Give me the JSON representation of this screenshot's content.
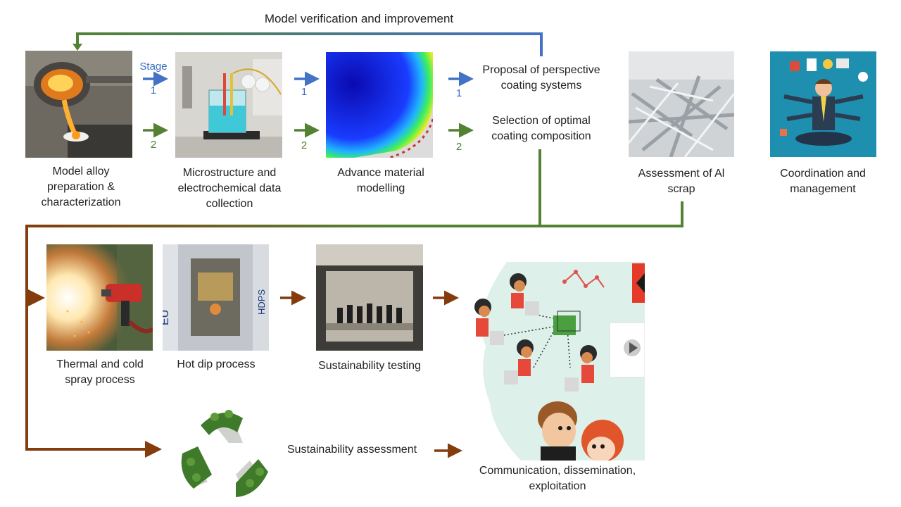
{
  "colors": {
    "blue": "#4472c4",
    "green": "#548235",
    "brown": "#843c0c"
  },
  "loop_label": "Model verification and improvement",
  "stage_word": "Stage",
  "stage_numbers": {
    "one": "1",
    "two": "2"
  },
  "steps": {
    "alloy": "Model alloy preparation & characterization",
    "microstructure": "Microstructure and electrochemical data collection",
    "modelling": "Advance material modelling",
    "proposal": "Proposal of perspective coating systems",
    "selection": "Selection of optimal coating composition",
    "scrap": "Assessment of Al scrap",
    "coordination": "Coordination and management",
    "spray": "Thermal and cold spray process",
    "hotdip": "Hot dip process",
    "testing": "Sustainability testing",
    "assessment": "Sustainability assessment",
    "communication": "Communication, dissemination, exploitation"
  },
  "images": {
    "alloy": "pouring-molten-metal-photo",
    "microstructure": "electrochemical-cell-photo",
    "modelling": "material-simulation-heatmap",
    "scrap": "aluminium-scrap-photo",
    "coordination": "manager-multitasking-illustration",
    "spray": "spray-gun-photo",
    "hotdip": "hot-dip-machine-photo",
    "testing": "salt-spray-chamber-photo",
    "recycle": "tree-recycle-symbol",
    "network": "people-network-illustration"
  }
}
